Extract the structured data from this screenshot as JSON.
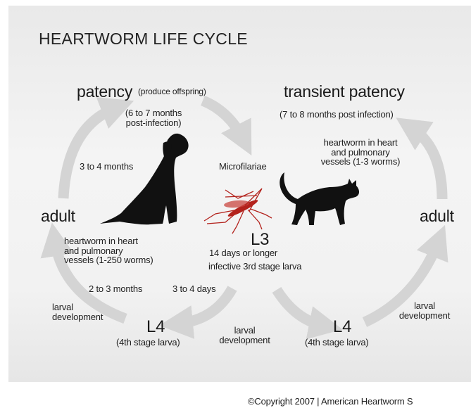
{
  "title": "HEARTWORM LIFE CYCLE",
  "dog_side": {
    "patency": "patency",
    "patency_note": "(produce offspring)",
    "patency_time_1": "(6 to 7 months",
    "patency_time_2": "post-infection)",
    "adult": "adult",
    "adult_to_patency": "3 to 4 months",
    "adult_location_1": "heartworm in heart",
    "adult_location_2": "and pulmonary",
    "adult_location_3": "vessels (1-250 worms)",
    "l4_to_adult": "2 to 3 months",
    "larval_dev_1": "larval",
    "larval_dev_2": "development",
    "l4": "L4",
    "l4_desc": "(4th stage larva)"
  },
  "center": {
    "microfilariae": "Microfilariae",
    "l3": "L3",
    "l3_time": "14 days or longer",
    "l3_desc": "infective 3rd stage larva",
    "l3_to_l4": "3 to 4 days",
    "larval_dev_1": "larval",
    "larval_dev_2": "development"
  },
  "cat_side": {
    "transient_patency": "transient patency",
    "transient_time": "(7 to 8 months post infection)",
    "adult_location_1": "heartworm in heart",
    "adult_location_2": "and pulmonary",
    "adult_location_3": "vessels (1-3 worms)",
    "adult": "adult",
    "larval_dev_1": "larval",
    "larval_dev_2": "development",
    "l4": "L4",
    "l4_desc": "(4th stage larva)"
  },
  "copyright": "©Copyright 2007  |  American Heartworm S",
  "colors": {
    "arrow": "#d4d4d4",
    "mosquito": "#b3221c",
    "silhouette": "#111111"
  },
  "icons": [
    "dog-silhouette-icon",
    "cat-silhouette-icon",
    "mosquito-icon"
  ]
}
